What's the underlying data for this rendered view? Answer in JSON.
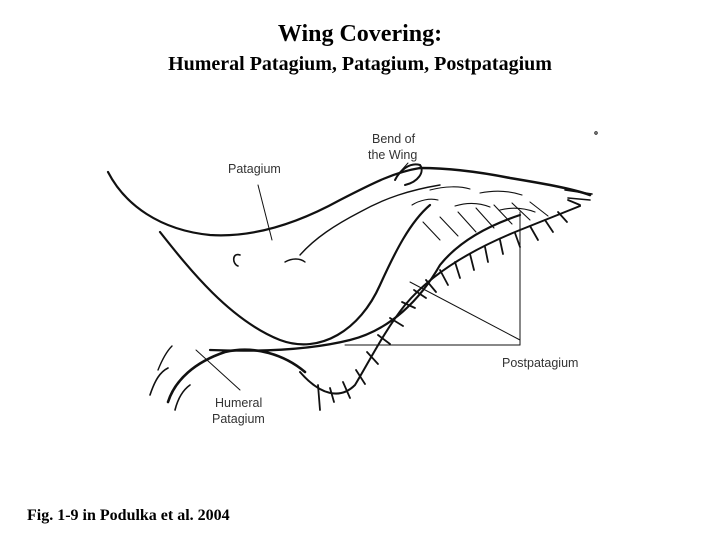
{
  "slide": {
    "title": "Wing Covering:",
    "subtitle": "Humeral Patagium, Patagium, Postpatagium",
    "caption": "Fig. 1-9 in Podulka et al. 2004"
  },
  "diagram": {
    "labels": {
      "patagium": "Patagium",
      "bend_line1": "Bend of",
      "bend_line2": "the Wing",
      "postpatagium": "Postpatagium",
      "humeral_line1": "Humeral",
      "humeral_line2": "Patagium"
    },
    "stroke_color": "#111111"
  }
}
